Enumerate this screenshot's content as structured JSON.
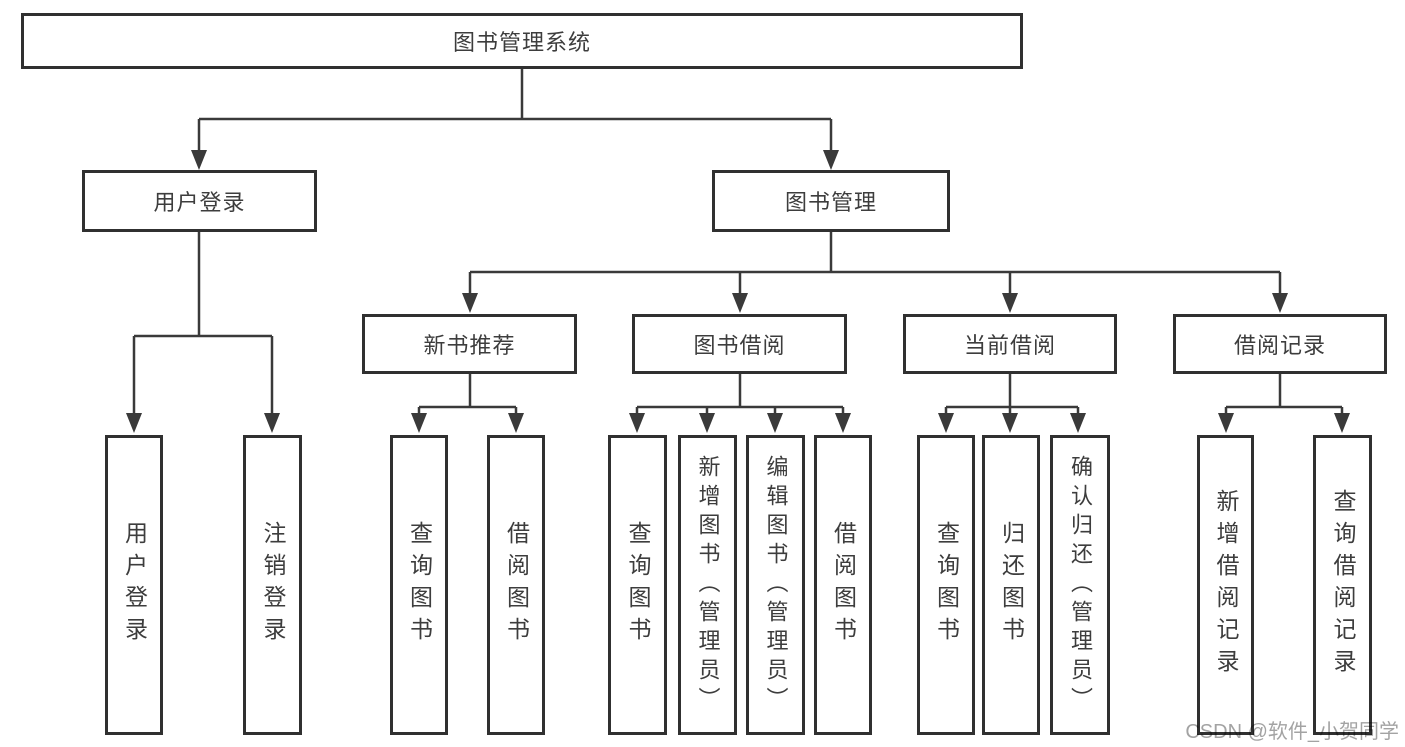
{
  "colors": {
    "line": "#3a3a3a",
    "border": "#303030",
    "text": "#3d3d3d",
    "watermark": "#a3a3a3",
    "background": "#ffffff"
  },
  "watermark": {
    "text": "CSDN @软件_小贺同学"
  },
  "tree": {
    "label": "图书管理系统",
    "children": [
      {
        "label": "用户登录",
        "children": [
          {
            "label": "用户登录"
          },
          {
            "label": "注销登录"
          }
        ]
      },
      {
        "label": "图书管理",
        "children": [
          {
            "label": "新书推荐",
            "children": [
              {
                "label": "查询图书"
              },
              {
                "label": "借阅图书"
              }
            ]
          },
          {
            "label": "图书借阅",
            "children": [
              {
                "label": "查询图书"
              },
              {
                "label": "新增图书（管理员）"
              },
              {
                "label": "编辑图书（管理员）"
              },
              {
                "label": "借阅图书"
              }
            ]
          },
          {
            "label": "当前借阅",
            "children": [
              {
                "label": "查询图书"
              },
              {
                "label": "归还图书"
              },
              {
                "label": "确认归还（管理员）"
              }
            ]
          },
          {
            "label": "借阅记录",
            "children": [
              {
                "label": "新增借阅记录"
              },
              {
                "label": "查询借阅记录"
              }
            ]
          }
        ]
      }
    ]
  }
}
